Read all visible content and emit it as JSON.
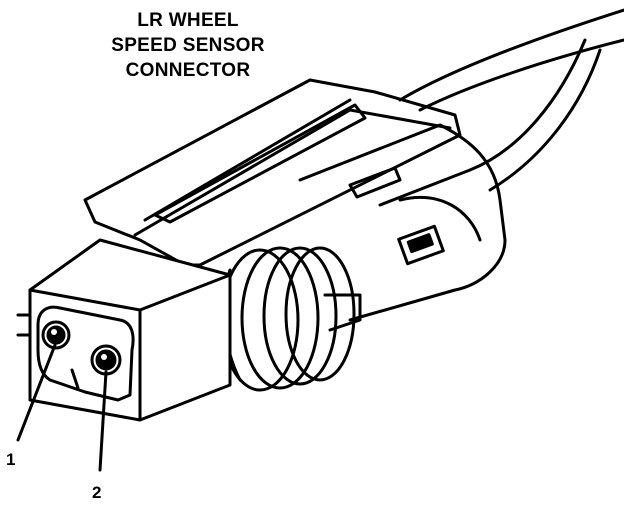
{
  "title": {
    "lines": [
      "LR WHEEL",
      "SPEED SENSOR",
      "CONNECTOR"
    ]
  },
  "callouts": [
    {
      "label": "1",
      "target": "terminal-1"
    },
    {
      "label": "2",
      "target": "terminal-2"
    }
  ],
  "colors": {
    "ink": "#000000",
    "paper": "#ffffff"
  }
}
